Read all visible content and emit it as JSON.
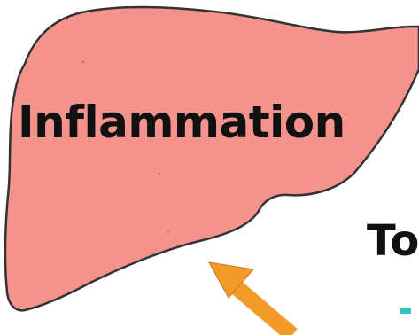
{
  "diagram": {
    "organ": {
      "name": "liver-shape",
      "label": "Inflammation",
      "fill_color": "#f4938b",
      "outline_color": "#333333"
    },
    "partial_text": "To",
    "arrow": {
      "icon": "arrow-up-left-icon",
      "color": "#f39a2b"
    },
    "accent_dash_color": "#2ec4c4"
  }
}
